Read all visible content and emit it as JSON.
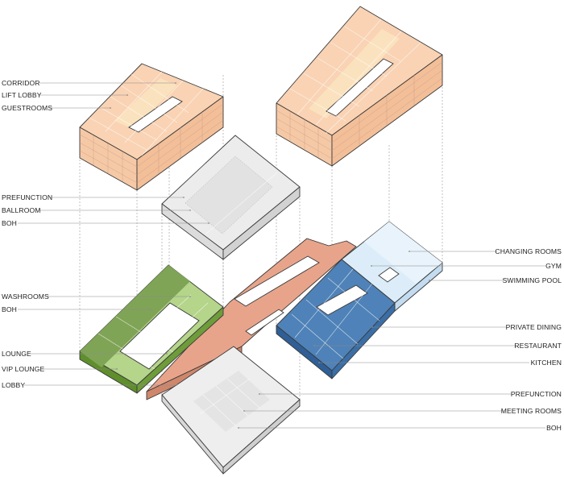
{
  "colors": {
    "guestroom_top": "#f9d3b4",
    "guestroom_side": "#f3bf99",
    "guestroom_front": "#f6c9a6",
    "corridor": "#fbe3bf",
    "ballroom_top": "#ececec",
    "ballroom_side": "#dcdcdc",
    "amenity_top": "#dcedf9",
    "amenity_side": "#c4dcf0",
    "restaurant_top": "#4f82b8",
    "restaurant_side": "#2f5f96",
    "lounge_top": "#b4d58a",
    "lounge_dark": "#7fa456",
    "lounge_side": "#5f8e2c",
    "lobby_salmon": "#e8a48a",
    "lobby_salmon_side": "#cf876c",
    "meeting_top": "#eeeeee",
    "meeting_side": "#d8d8d8"
  },
  "labels_left": [
    {
      "id": "corridor",
      "text": "CORRIDOR"
    },
    {
      "id": "lift-lobby",
      "text": "LIFT LOBBY"
    },
    {
      "id": "guestrooms",
      "text": "GUESTROOMS"
    },
    {
      "id": "prefunction-upper",
      "text": "PREFUNCTION"
    },
    {
      "id": "ballroom",
      "text": "BALLROOM"
    },
    {
      "id": "boh-upper",
      "text": "BOH"
    },
    {
      "id": "washrooms",
      "text": "WASHROOMS"
    },
    {
      "id": "boh-lounge",
      "text": "BOH"
    },
    {
      "id": "lounge",
      "text": "LOUNGE"
    },
    {
      "id": "vip-lounge",
      "text": "VIP LOUNGE"
    },
    {
      "id": "lobby",
      "text": "LOBBY"
    }
  ],
  "labels_right": [
    {
      "id": "changing-rooms",
      "text": "CHANGING ROOMS"
    },
    {
      "id": "gym",
      "text": "GYM"
    },
    {
      "id": "swimming-pool",
      "text": "SWIMMING POOL"
    },
    {
      "id": "private-dining",
      "text": "PRIVATE DINING"
    },
    {
      "id": "restaurant",
      "text": "RESTAURANT"
    },
    {
      "id": "kitchen",
      "text": "KITCHEN"
    },
    {
      "id": "prefunction-lower",
      "text": "PREFUNCTION"
    },
    {
      "id": "meeting-rooms",
      "text": "MEETING ROOMS"
    },
    {
      "id": "boh-lower",
      "text": "BOH"
    }
  ]
}
